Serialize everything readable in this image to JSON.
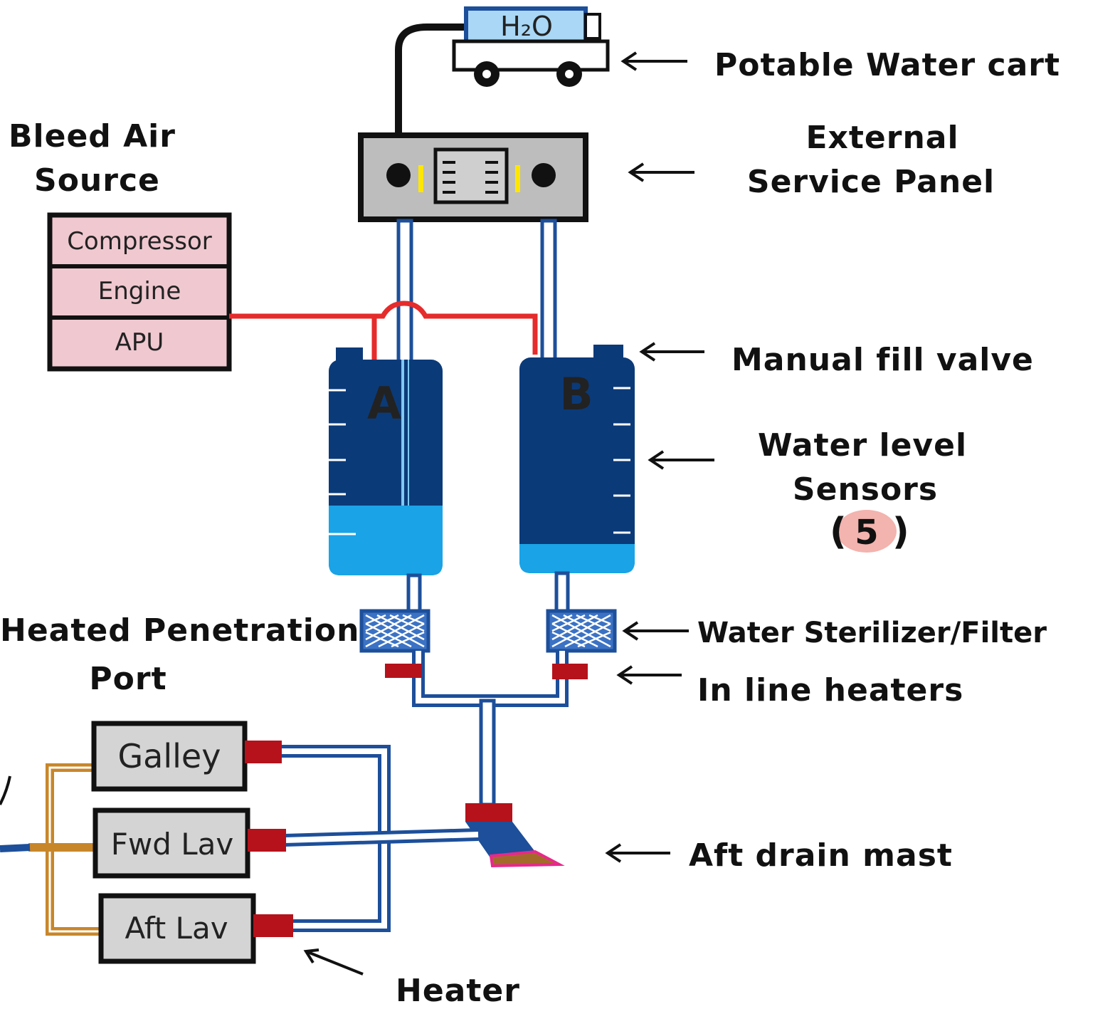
{
  "cart": {
    "tank_label": "H₂O"
  },
  "labels": {
    "potable_water_cart": "Potable Water cart",
    "external_service_panel_1": "External",
    "external_service_panel_2": "Service Panel",
    "bleed_air_1": "Bleed Air",
    "bleed_air_2": "Source",
    "manual_fill_valve": "Manual fill valve",
    "water_level_1": "Water level",
    "water_level_2": "Sensors",
    "water_level_count": "5",
    "heated_port_1": "Heated Penetration",
    "heated_port_2": "Port",
    "sterilizer": "Water Sterilizer/Filter",
    "inline_heaters": "In line heaters",
    "aft_drain_mast": "Aft drain mast",
    "heater": "Heater"
  },
  "bleed_sources": [
    "Compressor",
    "Engine",
    "APU"
  ],
  "tanks": {
    "a": "A",
    "b": "B"
  },
  "consumers": [
    "Galley",
    "Fwd Lav",
    "Aft Lav"
  ],
  "colors": {
    "tank": "#0b3a78",
    "water": "#1aa3e6",
    "pipe": "#1d4f9a",
    "bleed_line": "#e52b2b",
    "heater": "#b5121b",
    "source_box": "#f0c8d0",
    "panel": "#bdbdbd",
    "drain_line": "#c8862a",
    "badge": "#f3b3ae"
  }
}
